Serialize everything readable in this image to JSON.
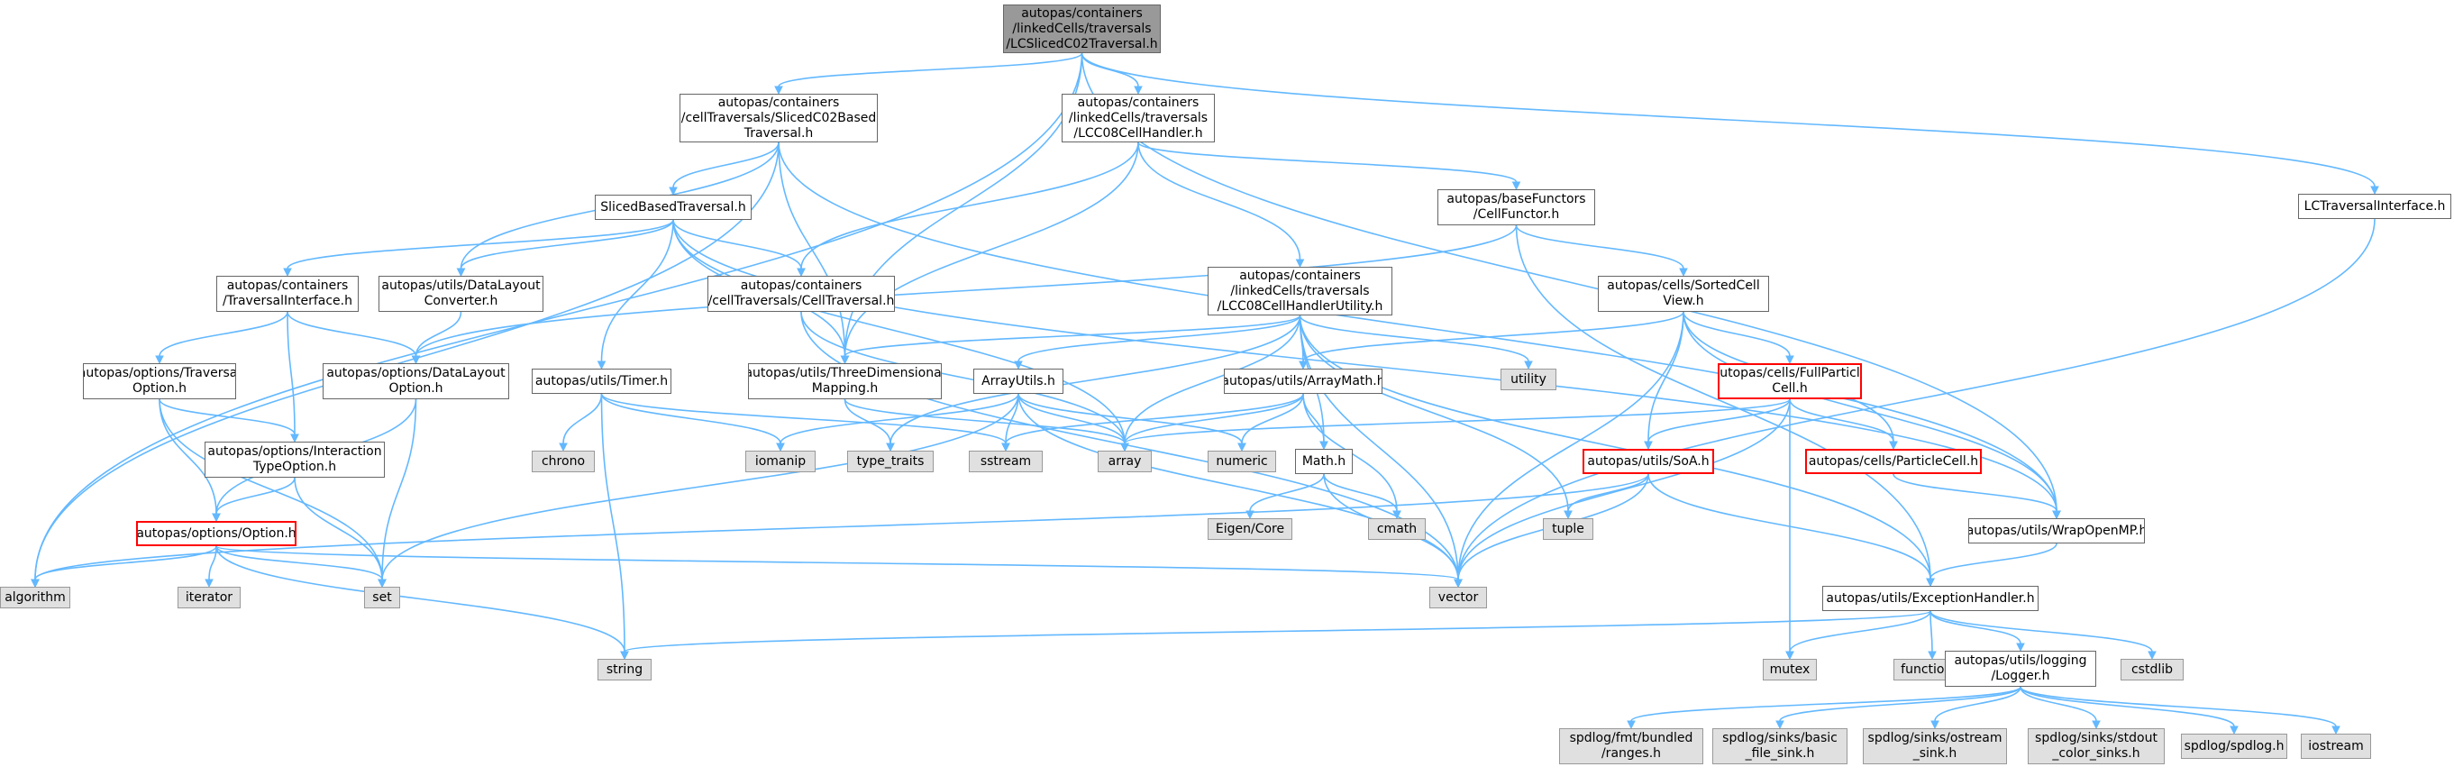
{
  "colors": {
    "edge": "#63b8ff",
    "root_fill": "#999999",
    "node_border": "#666666",
    "node_fill": "#ffffff",
    "external_fill": "#e0e0e0",
    "external_border": "#999999",
    "truncated_border": "#ff0000"
  },
  "nodes": {
    "root": "autopas/containers\n/linkedCells/traversals\n/LCSlicedC02Traversal.h",
    "sliced_c02_based": "autopas/containers\n/cellTraversals/SlicedC02Based\nTraversal.h",
    "lc_c08_cell_handler": "autopas/containers\n/linkedCells/traversals\n/LCC08CellHandler.h",
    "lc_traversal_interface": "LCTraversalInterface.h",
    "sliced_based": "SlicedBasedTraversal.h",
    "cell_functor": "autopas/baseFunctors\n/CellFunctor.h",
    "lc_c08_utility": "autopas/containers\n/linkedCells/traversals\n/LCC08CellHandlerUtility.h",
    "sorted_cell_view": "autopas/cells/SortedCell\nView.h",
    "traversal_interface": "autopas/containers\n/TraversalInterface.h",
    "data_layout_converter": "autopas/utils/DataLayout\nConverter.h",
    "cell_traversal": "autopas/containers\n/cellTraversals/CellTraversal.h",
    "traversal_option": "autopas/options/Traversal\nOption.h",
    "data_layout_option": "autopas/options/DataLayout\nOption.h",
    "timer": "autopas/utils/Timer.h",
    "three_dim_mapping": "autopas/utils/ThreeDimensional\nMapping.h",
    "array_utils": "ArrayUtils.h",
    "array_math": "autopas/utils/ArrayMath.h",
    "utility": "utility",
    "full_particle_cell": "autopas/cells/FullParticle\nCell.h",
    "interaction_type_option": "autopas/options/Interaction\nTypeOption.h",
    "chrono": "chrono",
    "iomanip": "iomanip",
    "type_traits": "type_traits",
    "sstream": "sstream",
    "array": "array",
    "numeric": "numeric",
    "math_h": "Math.h",
    "soa": "autopas/utils/SoA.h",
    "particle_cell": "autopas/cells/ParticleCell.h",
    "option": "autopas/options/Option.h",
    "eigen_core": "Eigen/Core",
    "cmath": "cmath",
    "tuple": "tuple",
    "wrap_openmp": "autopas/utils/WrapOpenMP.h",
    "algorithm": "algorithm",
    "iterator": "iterator",
    "set": "set",
    "vector": "vector",
    "exception_handler": "autopas/utils/ExceptionHandler.h",
    "string": "string",
    "mutex": "mutex",
    "functional": "functional",
    "logger": "autopas/utils/logging\n/Logger.h",
    "cstdlib": "cstdlib",
    "fmt_ranges": "spdlog/fmt/bundled\n/ranges.h",
    "basic_file_sink": "spdlog/sinks/basic\n_file_sink.h",
    "ostream_sink": "spdlog/sinks/ostream\n_sink.h",
    "stdout_color_sinks": "spdlog/sinks/stdout\n_color_sinks.h",
    "spdlog": "spdlog/spdlog.h",
    "iostream": "iostream"
  }
}
